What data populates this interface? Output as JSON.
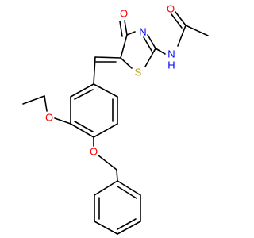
{
  "colors": {
    "bond": "#000000",
    "oxygen": "#ff0000",
    "nitrogen": "#0000ff",
    "sulfur": "#b8a000",
    "background": "#ffffff"
  },
  "atom_labels": {
    "carbonyl_oxygen_ring": "O",
    "ring_nitrogen": "N",
    "ring_sulfur": "S",
    "amide_nitrogen": "N",
    "amide_hydrogen": "H",
    "acetyl_oxygen": "O",
    "ethoxy_oxygen": "O",
    "benzyloxy_oxygen": "O"
  }
}
